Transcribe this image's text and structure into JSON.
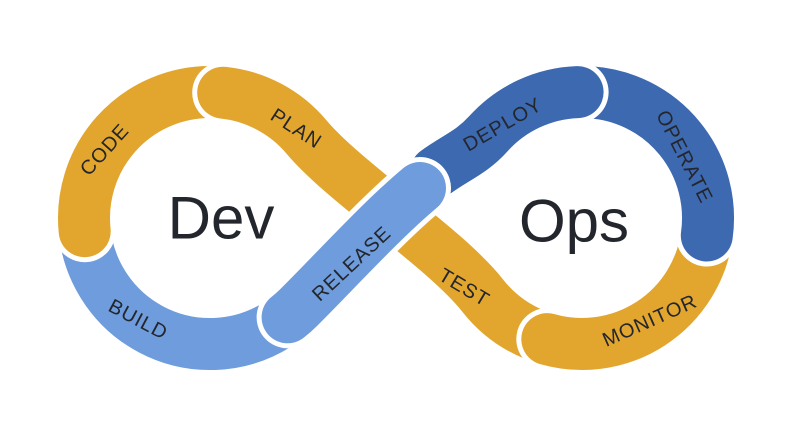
{
  "diagram": {
    "name": "DevOps infinity loop",
    "dev_label": "Dev",
    "ops_label": "Ops",
    "segments": {
      "code": {
        "label": "CODE"
      },
      "plan": {
        "label": "PLAN"
      },
      "build": {
        "label": "BUILD"
      },
      "release": {
        "label": "RELEASE"
      },
      "deploy": {
        "label": "DEPLOY"
      },
      "operate": {
        "label": "OPERATE"
      },
      "test": {
        "label": "TEST"
      },
      "monitor": {
        "label": "MONITOR"
      }
    }
  },
  "colors": {
    "gold": "#E2A62F",
    "light_blue": "#6E9CDC",
    "dark_blue": "#3D69B0",
    "label_text": "#23262C",
    "background": "#FFFFFF"
  }
}
